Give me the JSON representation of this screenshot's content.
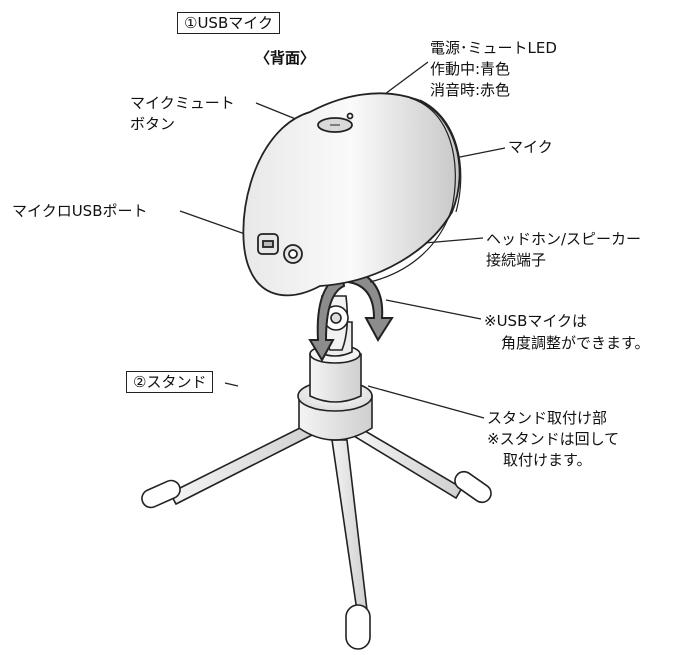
{
  "section_titles": {
    "usb_mic": "①USBマイク",
    "back_view": "〈背面〉",
    "stand": "②スタンド"
  },
  "callouts": {
    "led": [
      "電源･ミュートLED",
      "作動中:青色",
      "消音時:赤色"
    ],
    "mute_button": [
      "マイクミュート",
      "ボタン"
    ],
    "mic": "マイク",
    "micro_usb_port": "マイクロUSBポート",
    "headphone_jack": [
      "ヘッドホン/スピーカー",
      "接続端子"
    ],
    "angle_note": [
      "※USBマイクは",
      "角度調整ができます。"
    ],
    "stand_mount": [
      "スタンド取付け部",
      "※スタンドは回して",
      "取付けます。"
    ]
  }
}
